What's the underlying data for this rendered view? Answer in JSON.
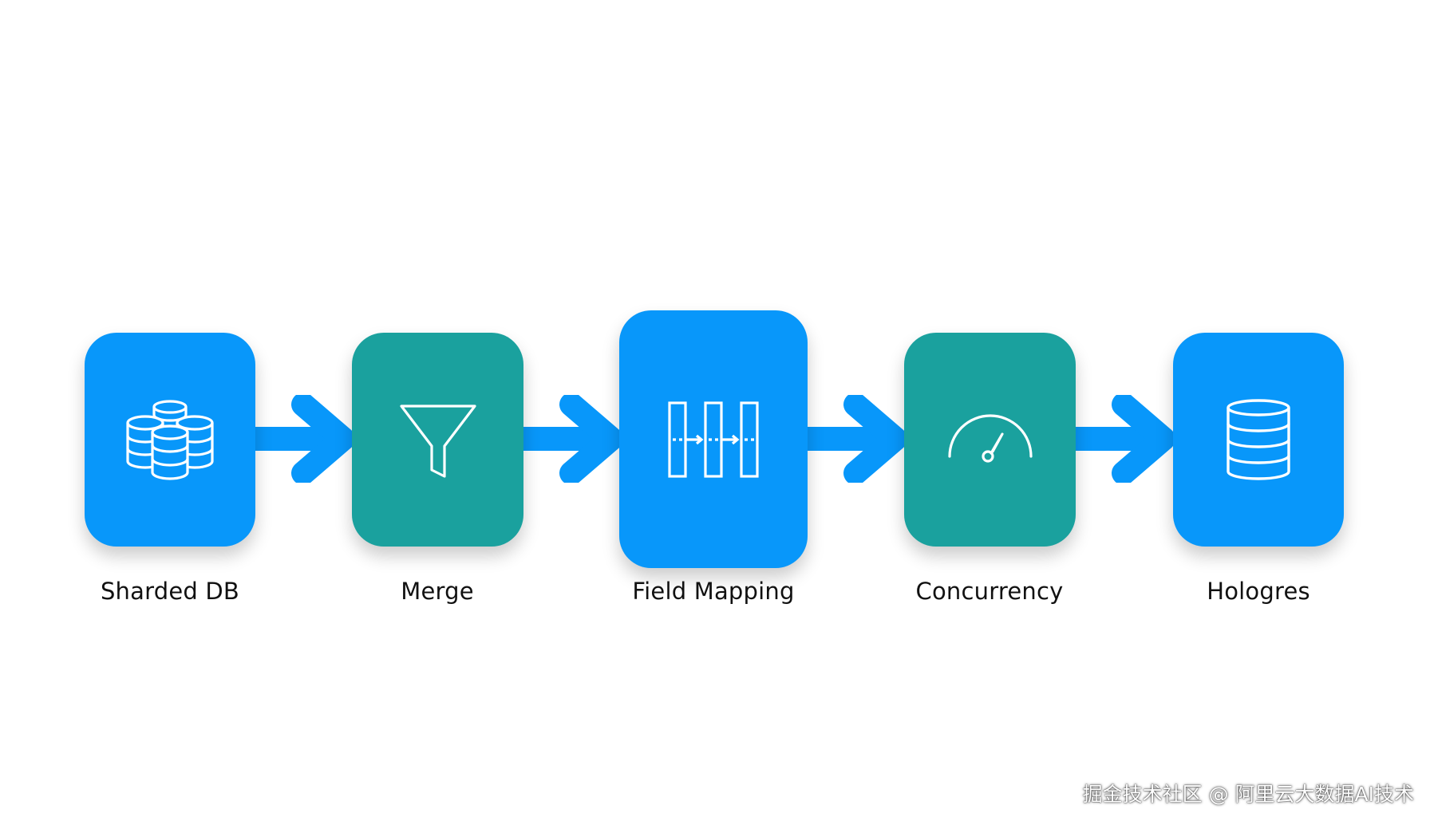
{
  "colors": {
    "blue": "#0897fa",
    "teal": "#1aa19e",
    "arrow": "#0897fa",
    "label": "#111111",
    "background": "#ffffff"
  },
  "steps": [
    {
      "label": "Sharded DB",
      "icon": "sharded-database-icon",
      "color": "#0897fa"
    },
    {
      "label": "Merge",
      "icon": "funnel-icon",
      "color": "#1aa19e"
    },
    {
      "label": "Field Mapping",
      "icon": "field-mapping-icon",
      "color": "#0897fa"
    },
    {
      "label": "Concurrency",
      "icon": "gauge-icon",
      "color": "#1aa19e"
    },
    {
      "label": "Hologres",
      "icon": "database-icon",
      "color": "#0897fa"
    }
  ],
  "watermark": "掘金技术社区 @ 阿里云大数据AI技术"
}
